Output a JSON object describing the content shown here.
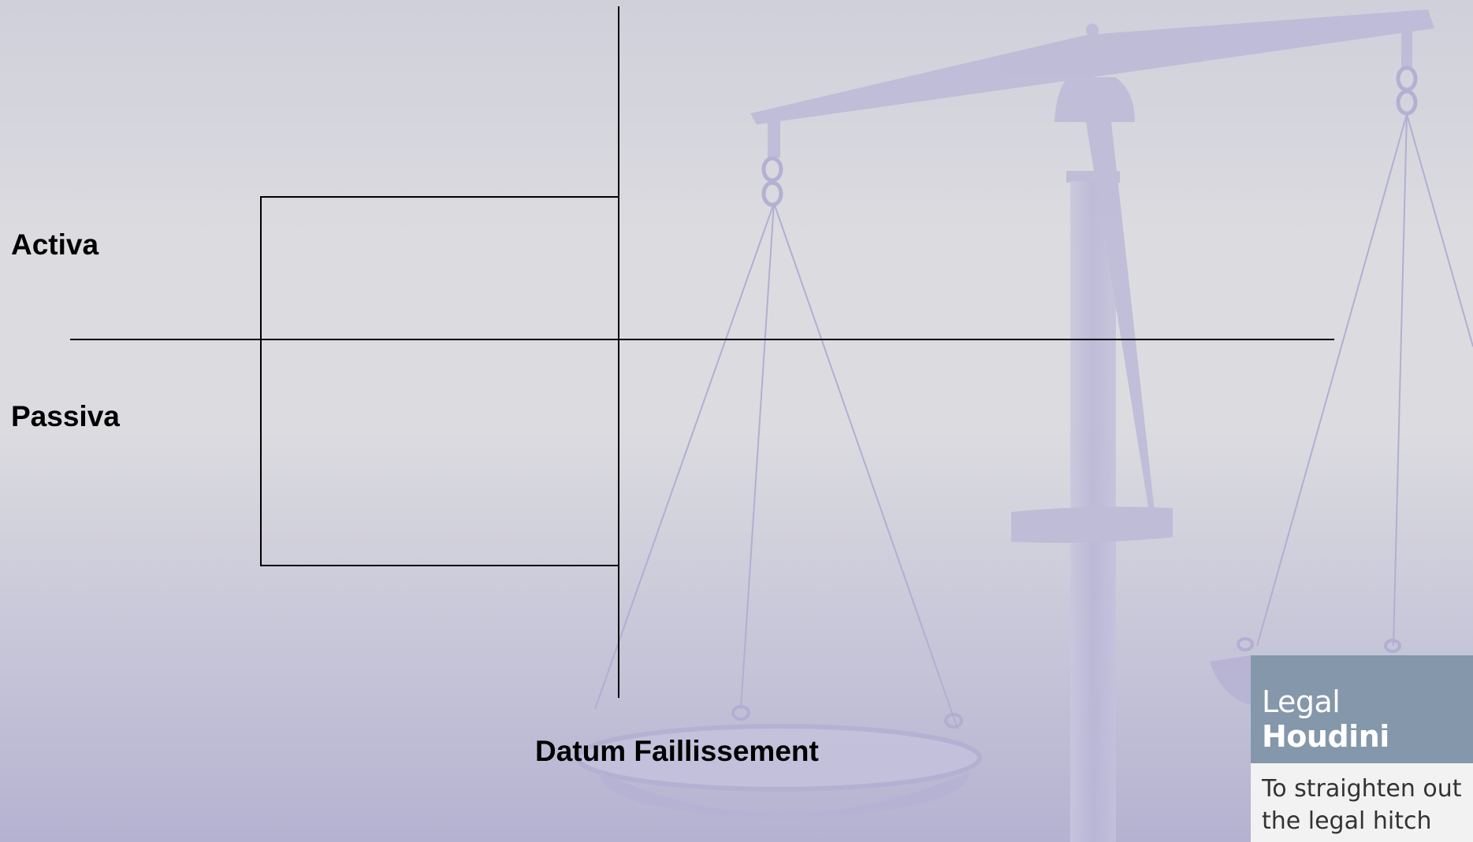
{
  "diagram": {
    "label_top": "Activa",
    "label_bottom": "Passiva",
    "label_axis": "Datum Faillissement"
  },
  "brand": {
    "name_light": "Legal",
    "name_bold": "Houdini",
    "tagline": "To straighten out the legal hitch"
  },
  "colors": {
    "brand_panel": "#8497ab",
    "scales": "#b7b3d6",
    "line": "#000000"
  },
  "icons": [
    "scales-of-justice-icon"
  ]
}
